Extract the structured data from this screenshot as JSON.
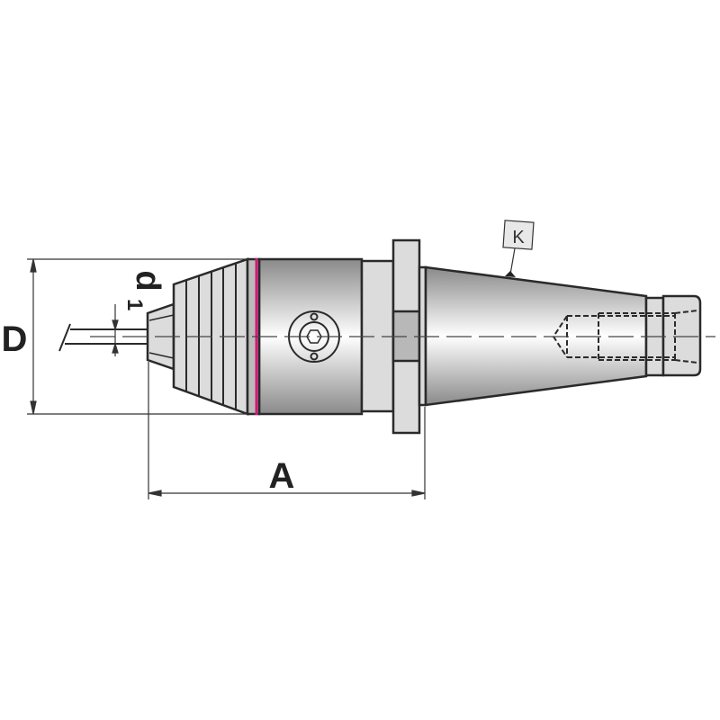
{
  "labels": {
    "diameter": "D",
    "shank_diameter_main": "d",
    "shank_diameter_sub": "1",
    "length": "A",
    "taper_marker": "K"
  },
  "colors": {
    "outline": "#2a2a2a",
    "ring": "#d6187a",
    "light_fill": "#dcdcdc",
    "dark_fill": "#b8b8b8"
  }
}
